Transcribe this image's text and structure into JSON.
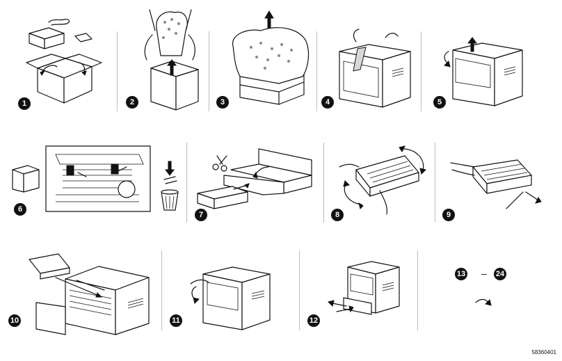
{
  "figure": {
    "document_code": "58360401",
    "steps": [
      {
        "number": "1"
      },
      {
        "number": "2"
      },
      {
        "number": "3"
      },
      {
        "number": "4"
      },
      {
        "number": "5"
      },
      {
        "number": "6"
      },
      {
        "number": "7"
      },
      {
        "number": "8"
      },
      {
        "number": "9"
      },
      {
        "number": "10"
      },
      {
        "number": "11"
      },
      {
        "number": "12"
      }
    ],
    "continue_range": {
      "from": "13",
      "separator": "–",
      "to": "24"
    }
  }
}
